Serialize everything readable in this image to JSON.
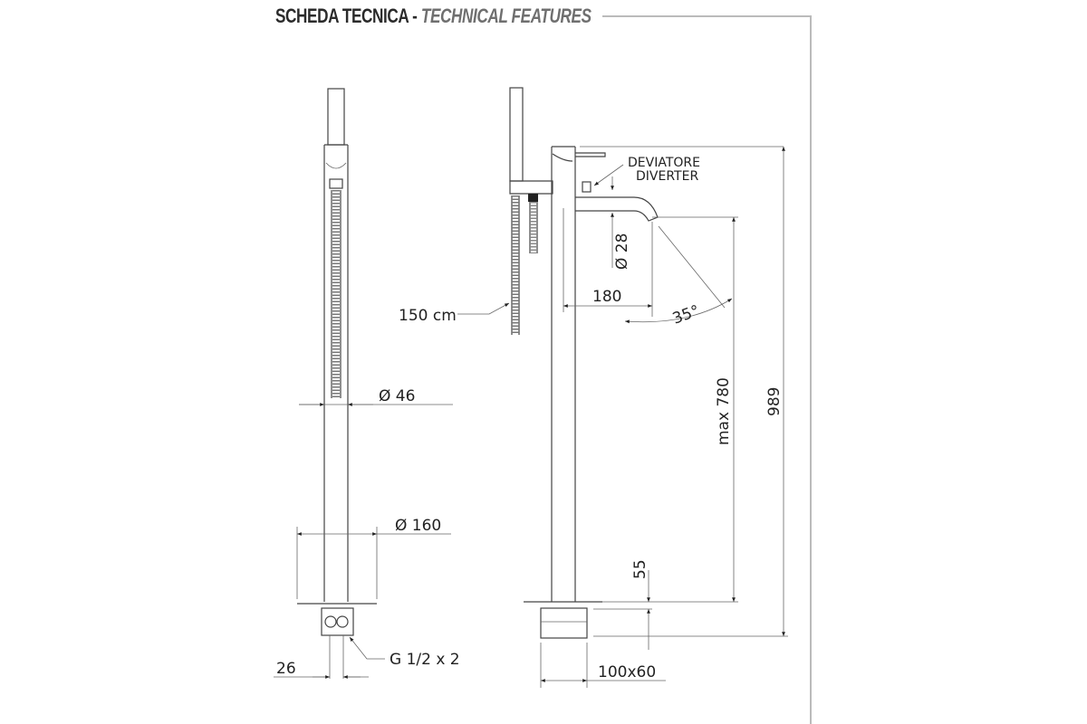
{
  "header": {
    "title_it": "SCHEDA TECNICA -",
    "title_en": "TECHNICAL FEATURES"
  },
  "labels": {
    "hose_length": "150 cm",
    "column_diameter": "Ø 46",
    "base_diameter": "Ø 160",
    "connection_spacing": "26",
    "connections": "G 1/2 x 2",
    "diverter_it": "DEVIATORE",
    "diverter_en": "DIVERTER",
    "spout_diameter": "Ø 28",
    "spout_reach": "180",
    "spout_angle": "35°",
    "max_height": "max 780",
    "total_height": "989",
    "base_height": "55",
    "base_size": "100x60"
  }
}
